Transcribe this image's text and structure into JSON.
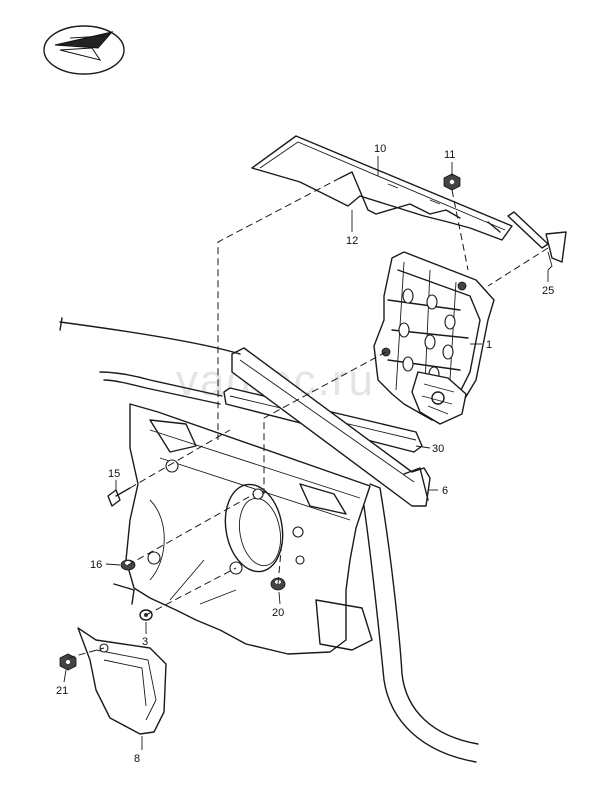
{
  "watermark": "vagtec.ru",
  "callouts": [
    {
      "id": "1",
      "label": "1"
    },
    {
      "id": "3",
      "label": "3"
    },
    {
      "id": "6",
      "label": "6"
    },
    {
      "id": "8",
      "label": "8"
    },
    {
      "id": "10",
      "label": "10"
    },
    {
      "id": "11",
      "label": "11"
    },
    {
      "id": "12",
      "label": "12"
    },
    {
      "id": "15",
      "label": "15"
    },
    {
      "id": "16",
      "label": "16"
    },
    {
      "id": "20",
      "label": "20"
    },
    {
      "id": "21",
      "label": "21"
    },
    {
      "id": "25",
      "label": "25"
    },
    {
      "id": "30",
      "label": "30"
    }
  ]
}
